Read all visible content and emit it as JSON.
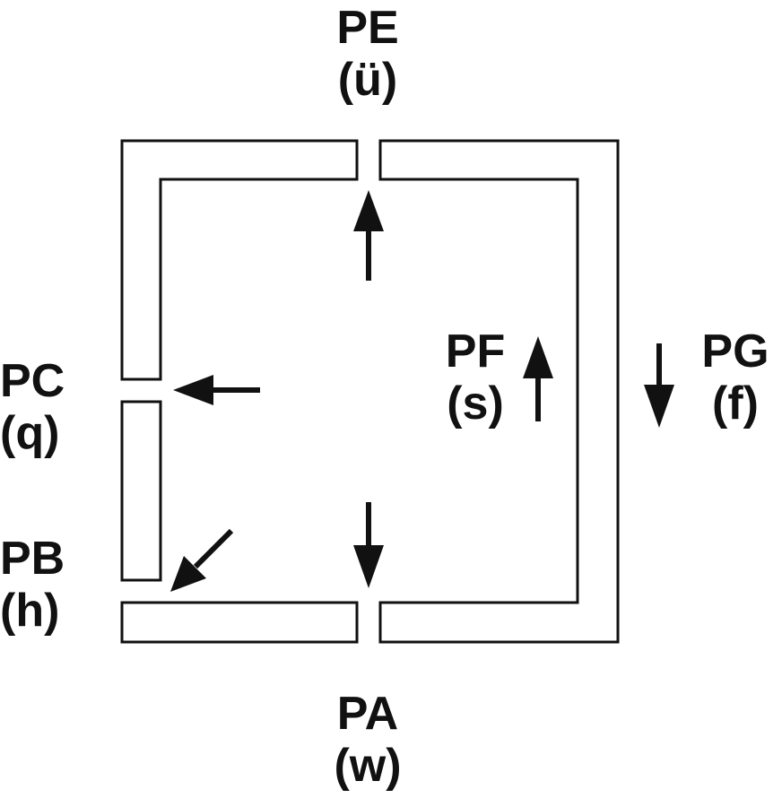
{
  "labels": {
    "pe": {
      "name": "PE",
      "symbol": "(ü)"
    },
    "pa": {
      "name": "PA",
      "symbol": "(w)"
    },
    "pc": {
      "name": "PC",
      "symbol": "(q)"
    },
    "pb": {
      "name": "PB",
      "symbol": "(h)"
    },
    "pf": {
      "name": "PF",
      "symbol": "(s)"
    },
    "pg": {
      "name": "PG",
      "symbol": "(f)"
    }
  },
  "colors": {
    "ink": "#111111",
    "background": "#ffffff"
  }
}
